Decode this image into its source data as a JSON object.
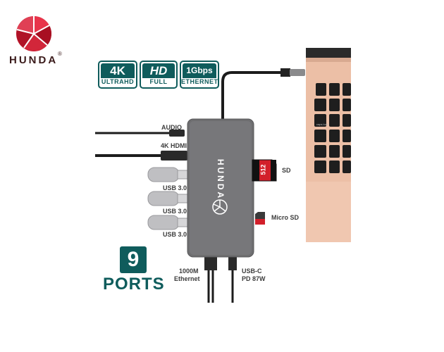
{
  "brand": {
    "name": "HUNDA",
    "registered": "®",
    "colors": {
      "logo_red": "#c4162b",
      "teal": "#0f5c5c"
    }
  },
  "badges": [
    {
      "top": "4K",
      "bottom": "ULTRAHD"
    },
    {
      "top": "HD",
      "bottom": "FULL"
    },
    {
      "top": "1Gbps",
      "bottom": "ETHERNET"
    }
  ],
  "hub": {
    "brand_text": "HUNDA",
    "body_color": "#6e6e70"
  },
  "labels": {
    "audio": "AUDIO",
    "hdmi": "4K HDMI",
    "usb1": "USB 3.0",
    "usb2": "USB 3.0",
    "usb3": "USB 3.0",
    "sd": "SD",
    "microsd": "Micro SD",
    "ethernet_line1": "1000M",
    "ethernet_line2": "Ethernet",
    "usbc_line1": "USB-C",
    "usbc_line2": "PD 87W"
  },
  "sd_card": {
    "capacity": "512"
  },
  "ports": {
    "count": "9",
    "word": "PORTS"
  },
  "laptop": {
    "key_label": "caps lock",
    "color": "#e9b9a0"
  }
}
